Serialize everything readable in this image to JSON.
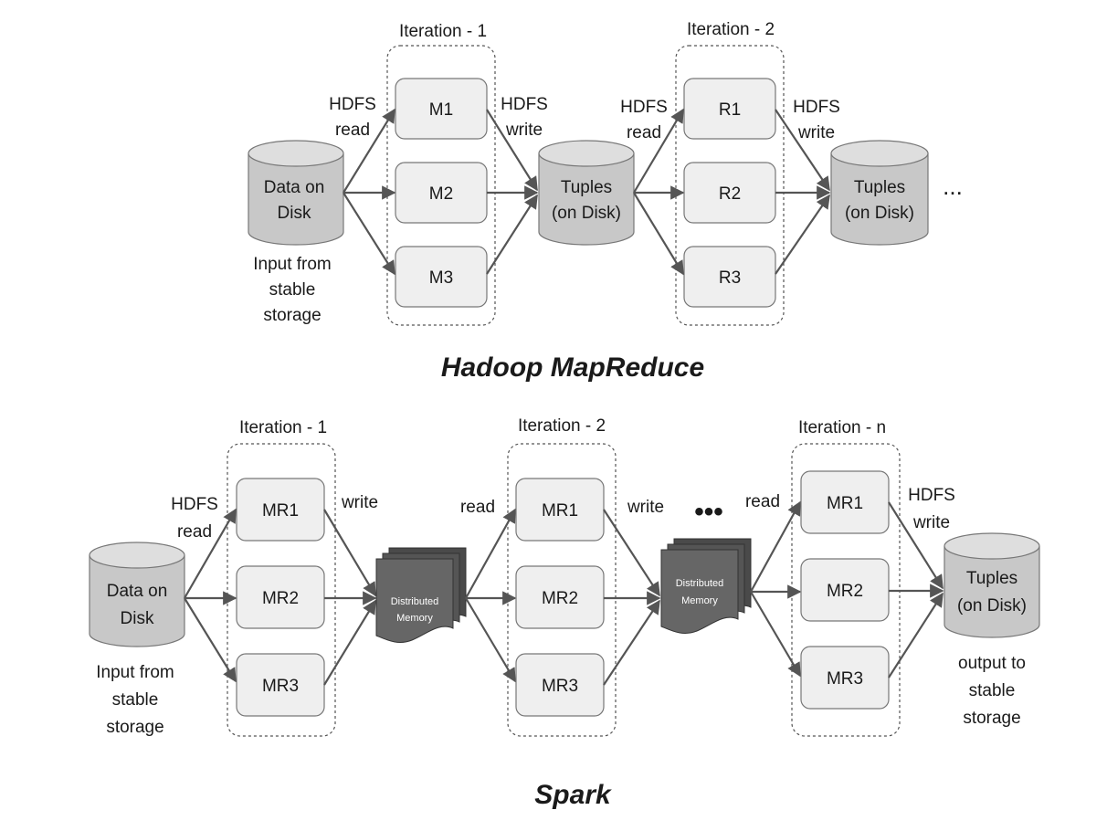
{
  "hadoop": {
    "title": "Hadoop MapReduce",
    "iteration_1": "Iteration - 1",
    "iteration_2": "Iteration - 2",
    "source_disk": [
      "Data on",
      "Disk"
    ],
    "source_caption": [
      "Input from",
      "stable",
      "storage"
    ],
    "hdfs_read_1": [
      "HDFS",
      "read"
    ],
    "hdfs_write_1": [
      "HDFS",
      "write"
    ],
    "hdfs_read_2": [
      "HDFS",
      "read"
    ],
    "hdfs_write_2": [
      "HDFS",
      "write"
    ],
    "map_tasks": [
      "M1",
      "M2",
      "M3"
    ],
    "reduce_tasks": [
      "R1",
      "R2",
      "R3"
    ],
    "tuples_1": [
      "Tuples",
      "(on Disk)"
    ],
    "tuples_2": [
      "Tuples",
      "(on Disk)"
    ],
    "continuation": "..."
  },
  "spark": {
    "title": "Spark",
    "iteration_1": "Iteration - 1",
    "iteration_2": "Iteration - 2",
    "iteration_n": "Iteration - n",
    "source_disk": [
      "Data on",
      "Disk"
    ],
    "source_caption": [
      "Input from",
      "stable",
      "storage"
    ],
    "hdfs_read": [
      "HDFS",
      "read"
    ],
    "write_1": "write",
    "read_2": "read",
    "write_2": "write",
    "read_n": "read",
    "hdfs_write": [
      "HDFS",
      "write"
    ],
    "stage_1_tasks": [
      "MR1",
      "MR2",
      "MR3"
    ],
    "stage_2_tasks": [
      "MR1",
      "MR2",
      "MR3"
    ],
    "stage_n_tasks": [
      "MR1",
      "MR2",
      "MR3"
    ],
    "distributed_memory_1": [
      "Distributed",
      "Memory"
    ],
    "distributed_memory_2": [
      "Distributed",
      "Memory"
    ],
    "continuation": "•••",
    "output_disk": [
      "Tuples",
      "(on Disk)"
    ],
    "output_caption": [
      "output to",
      "stable",
      "storage"
    ]
  }
}
